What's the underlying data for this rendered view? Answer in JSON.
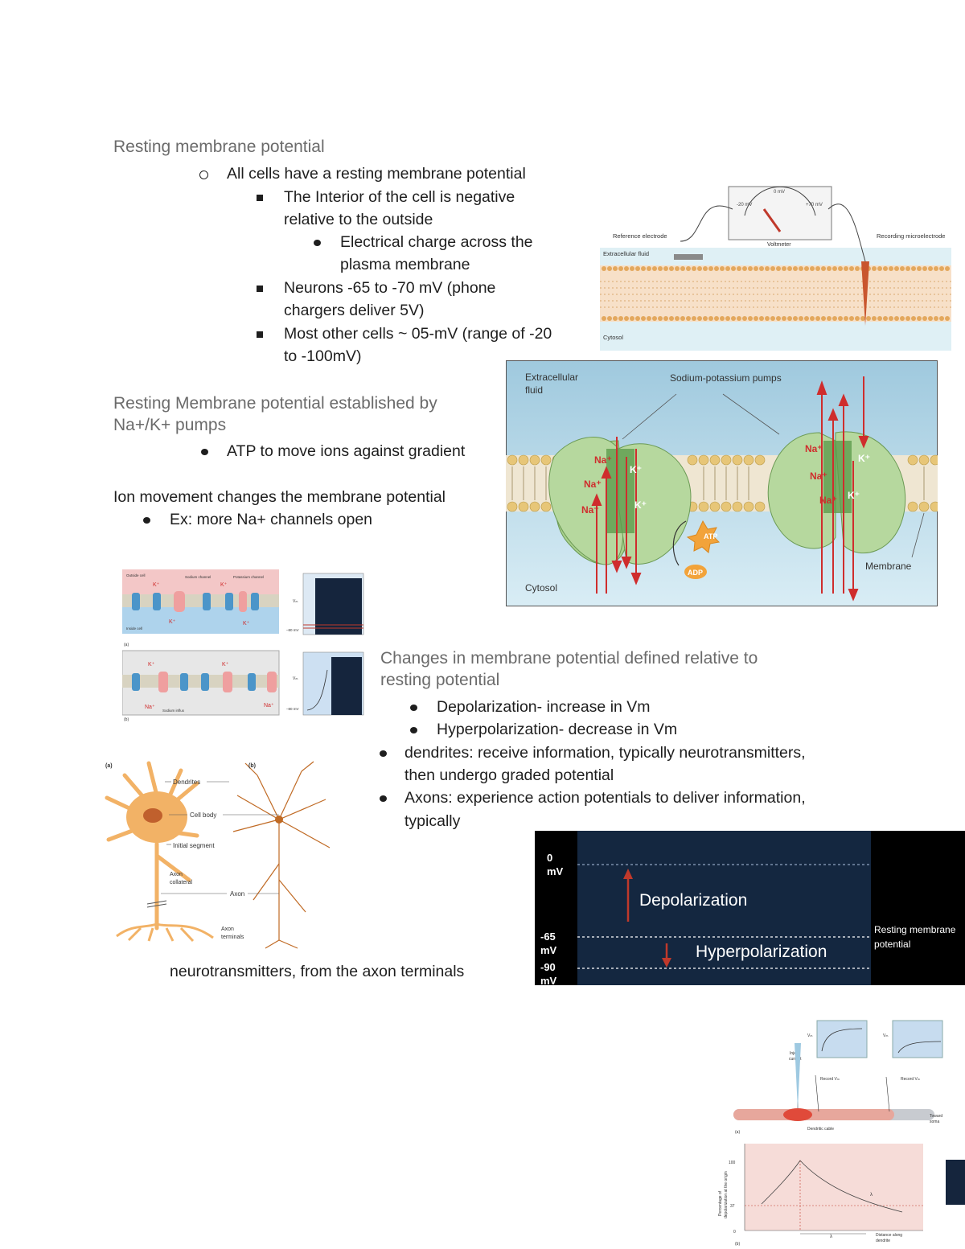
{
  "notes": {
    "s1_heading": "Resting membrane potential",
    "s1_b1": "All cells have a resting membrane potential",
    "s1_b1a_l1": "The Interior of the cell is negative",
    "s1_b1a_l2": "relative to the outside",
    "s1_b1a_i_l1": "Electrical charge across the",
    "s1_b1a_i_l2": "plasma membrane",
    "s1_b1b_l1": "Neurons -65 to -70 mV (phone",
    "s1_b1b_l2": "chargers deliver 5V)",
    "s1_b1c_l1": "Most other cells ~ 05-mV (range of -20",
    "s1_b1c_l2": "to -100mV)",
    "s2_heading_l1": "Resting Membrane potential established by",
    "s2_heading_l2": "Na+/K+ pumps",
    "s2_b1": "ATP to move ions against gradient",
    "s3_heading": "Ion movement changes the membrane potential",
    "s3_b1": "Ex: more Na+ channels open",
    "s4_heading_l1": "Changes in membrane potential defined relative to",
    "s4_heading_l2": "resting potential",
    "s4_b1": "Depolarization- increase in Vm",
    "s4_b2": "Hyperpolarization- decrease in Vm",
    "s4_b3_l1": "dendrites: receive information, typically neurotransmitters,",
    "s4_b3_l2": "then undergo graded potential",
    "s4_b4_l1": "Axons: experience action potentials to deliver information,",
    "s4_b4_l2": "typically",
    "s5_text": "neurotransmitters, from the axon terminals"
  },
  "voltmeter_figure": {
    "dial_left": "-20 mV",
    "dial_mid": "0 mV",
    "dial_right": "+70 mV",
    "voltmeter": "Voltmeter",
    "reference_electrode": "Reference electrode",
    "recording_microelectrode": "Recording microelectrode",
    "extracellular": "Extracellular fluid",
    "cytosol": "Cytosol"
  },
  "pump_figure": {
    "extracellular": "Extracellular",
    "fluid": "fluid",
    "pumps": "Sodium-potassium pumps",
    "membrane": "Membrane",
    "cytosol": "Cytosol",
    "atp": "ATP",
    "adp": "ADP",
    "na": "Na⁺",
    "k": "K⁺"
  },
  "channel_figure": {
    "outside_cell": "Outside cell",
    "inside_cell": "Inside cell",
    "sodium_channel": "Sodium channel",
    "potassium_channel": "Potassium channel",
    "k": "K⁺",
    "na": "Na⁺",
    "vm": "Vₘ",
    "minus80": "–80 mV",
    "sodium_influx": "Sodium influx",
    "label_a": "(a)",
    "label_b": "(b)"
  },
  "neuron_figure": {
    "label_a": "(a)",
    "label_b": "(b)",
    "dendrites": "Dendrites",
    "cell_body": "Cell body",
    "initial_segment": "Initial segment",
    "axon_collateral_1": "Axon",
    "axon_collateral_2": "collateral",
    "axon": "Axon",
    "axon_terminals_1": "Axon",
    "axon_terminals_2": "terminals"
  },
  "potential_chart": {
    "zero": "0",
    "mv": "mV",
    "minus65": "-65",
    "minus90": "-90",
    "depolarization": "Depolarization",
    "hyperpolarization": "Hyperpolarization",
    "resting_1": "Resting membrane",
    "resting_2": "potential"
  },
  "dendrite_figure": {
    "vm": "Vₘ",
    "inject_1": "Inject",
    "inject_2": "current",
    "record_vm": "Record Vₘ",
    "toward_1": "Toward",
    "toward_2": "soma",
    "cable": "Dendritic cable",
    "label_a": "(a)",
    "label_b": "(b)",
    "y_label_1": "Percentage of",
    "y_label_2": "depolarization at the origin",
    "tick_100": "100",
    "tick_37": "37",
    "tick_0": "0",
    "lambda": "λ",
    "x_label_1": "Distance along",
    "x_label_2": "dendrite"
  },
  "colors": {
    "heading_gray": "#6b6b6b",
    "chart_navy": "#142740",
    "arrow_red": "#c0392b",
    "pump_green": "#a9d08e"
  }
}
